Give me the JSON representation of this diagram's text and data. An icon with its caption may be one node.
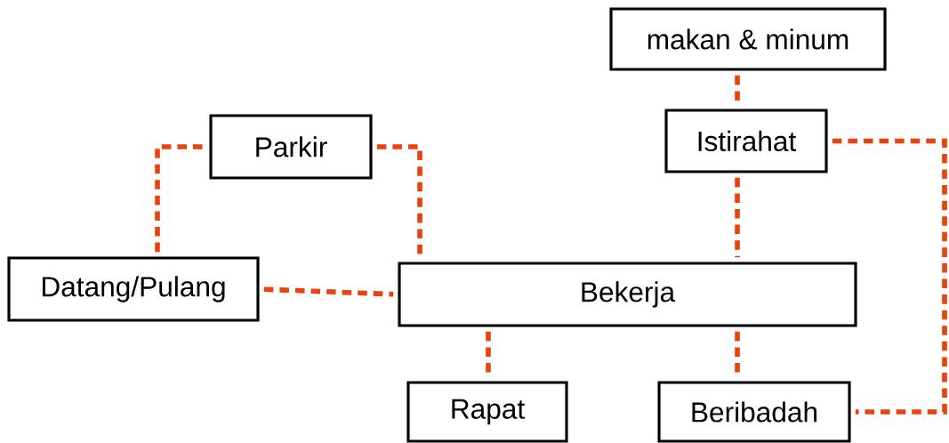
{
  "diagram": {
    "nodes": [
      {
        "text": [
          "makan & minum"
        ]
      },
      {
        "text": [
          "Parkir"
        ]
      },
      {
        "text": [
          "Istirahat"
        ]
      },
      {
        "text": [
          "Datang/Pulang"
        ]
      },
      {
        "text": [
          "Bekerja"
        ]
      },
      {
        "text": [
          "Rapat"
        ]
      },
      {
        "text": [
          "Beribadah"
        ]
      }
    ],
    "edges": [
      {
        "from": 0,
        "to": 2,
        "arrow": "none",
        "style": "dashed"
      },
      {
        "from": 3,
        "to": 1,
        "arrow": "none",
        "style": "dashed"
      },
      {
        "from": 1,
        "to": 4,
        "arrow": "none",
        "style": "dashed"
      },
      {
        "from": 3,
        "to": 4,
        "arrow": "none",
        "style": "dashed"
      },
      {
        "from": 2,
        "to": 4,
        "arrow": "none",
        "style": "dashed"
      },
      {
        "from": 2,
        "to": 6,
        "arrow": "none",
        "style": "dashed"
      },
      {
        "from": 4,
        "to": 5,
        "arrow": "none",
        "style": "dashed"
      },
      {
        "from": 4,
        "to": 6,
        "arrow": "none",
        "style": "dashed"
      }
    ]
  }
}
